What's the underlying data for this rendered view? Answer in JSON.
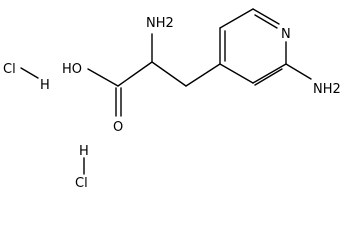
{
  "molecule": {
    "atom_labels": {
      "amino_alpha": "NH2",
      "hydroxyl": "HO",
      "carbonyl_oxygen": "O",
      "ring_nitrogen": "N",
      "amino_ring": "NH2"
    },
    "salt": {
      "hcl_1": {
        "chlorine": "Cl",
        "hydrogen": "H"
      },
      "hcl_2": {
        "chlorine": "Cl",
        "hydrogen": "H"
      }
    },
    "colors": {
      "ink": "#000000",
      "background": "#ffffff"
    }
  }
}
